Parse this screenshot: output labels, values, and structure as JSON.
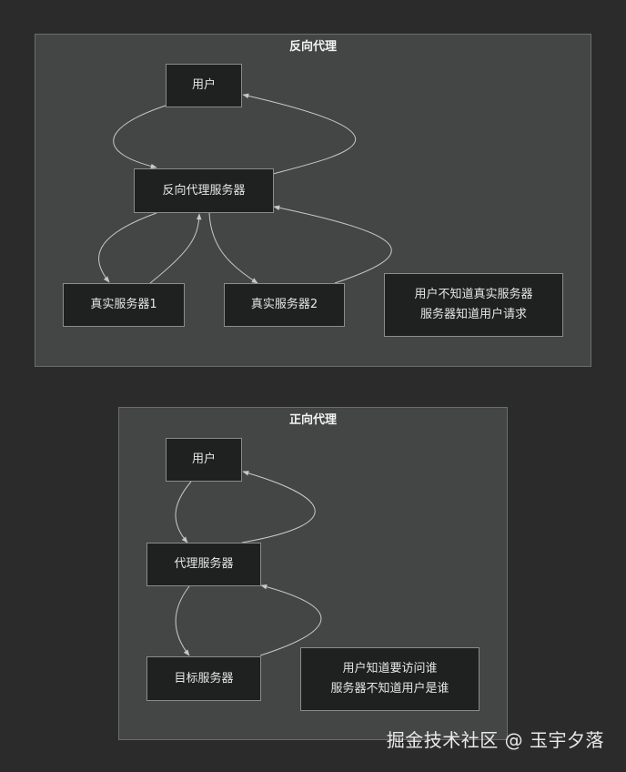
{
  "reverse_proxy": {
    "title": "反向代理",
    "user": "用户",
    "proxy_server": "反向代理服务器",
    "real_server_1": "真实服务器1",
    "real_server_2": "真实服务器2",
    "note_line_1": "用户不知道真实服务器",
    "note_line_2": "服务器知道用户请求"
  },
  "forward_proxy": {
    "title": "正向代理",
    "user": "用户",
    "proxy_server": "代理服务器",
    "target_server": "目标服务器",
    "note_line_1": "用户知道要访问谁",
    "note_line_2": "服务器不知道用户是谁"
  },
  "watermark": "掘金技术社区 @ 玉宇夕落",
  "colors": {
    "background": "#2b2b2c",
    "cluster_fill": "#444646",
    "node_fill": "#1f2020",
    "edge": "#c8c8c8"
  }
}
